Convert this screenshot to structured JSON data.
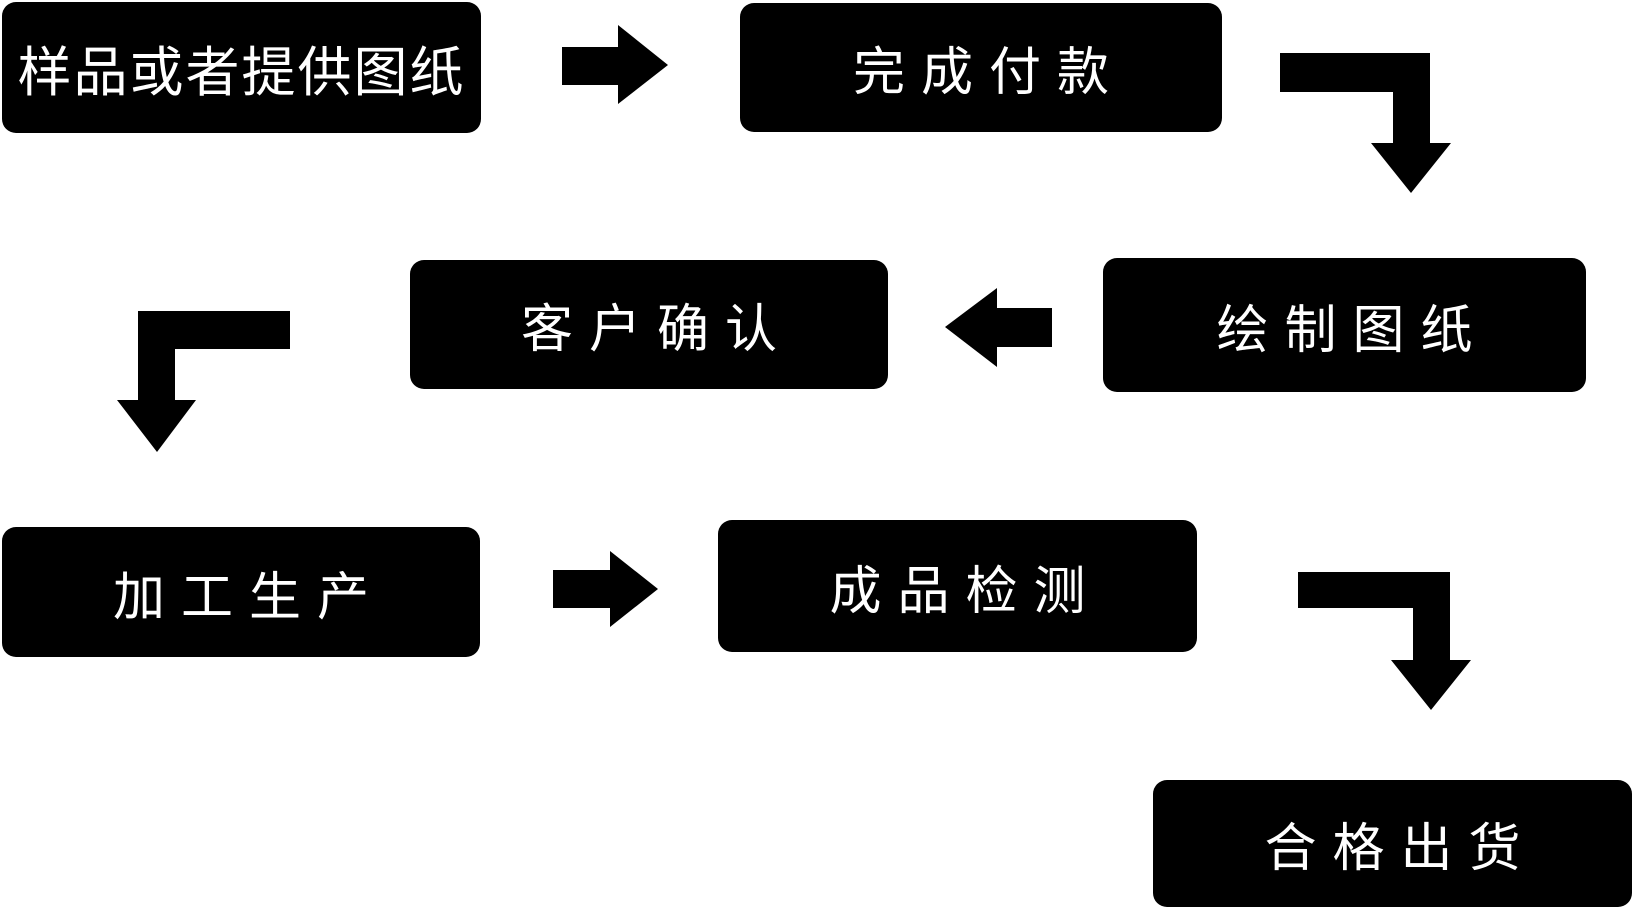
{
  "diagram": {
    "title": "production-process-flowchart",
    "colors": {
      "background": "#ffffff",
      "node_fill": "#000000",
      "node_text": "#ffffff",
      "arrow": "#000000"
    },
    "steps": [
      {
        "id": 1,
        "label": "样品或者提供图纸"
      },
      {
        "id": 2,
        "label": "完成付款"
      },
      {
        "id": 3,
        "label": "绘制图纸"
      },
      {
        "id": 4,
        "label": "客户确认"
      },
      {
        "id": 5,
        "label": "加工生产"
      },
      {
        "id": 6,
        "label": "成品检测"
      },
      {
        "id": 7,
        "label": "合格出货"
      }
    ],
    "connections": [
      {
        "from": "样品或者提供图纸",
        "to": "完成付款",
        "style": "straight-right"
      },
      {
        "from": "完成付款",
        "to": "绘制图纸",
        "style": "elbow-right-down"
      },
      {
        "from": "绘制图纸",
        "to": "客户确认",
        "style": "straight-left"
      },
      {
        "from": "客户确认",
        "to": "加工生产",
        "style": "elbow-left-down"
      },
      {
        "from": "加工生产",
        "to": "成品检测",
        "style": "straight-right"
      },
      {
        "from": "成品检测",
        "to": "合格出货",
        "style": "elbow-right-down"
      }
    ]
  }
}
